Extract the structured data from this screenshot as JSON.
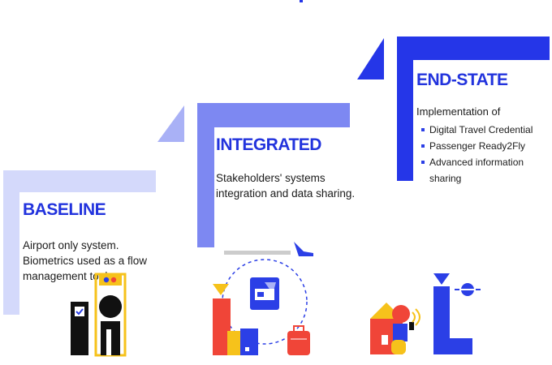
{
  "colors": {
    "baseline": "#d4d9fb",
    "integrated": "#7d88f2",
    "endstate": "#2536e8",
    "title_text": "#2233dd",
    "red": "#f04538",
    "yellow": "#f6c21b",
    "blue": "#2b3fe6",
    "black": "#111111"
  },
  "stages": [
    {
      "id": "baseline",
      "title": "BASELINE",
      "description_lines": [
        "Airport only system.",
        "Biometrics used as a flow",
        "management tool."
      ],
      "icon": "biometric-gate-icon"
    },
    {
      "id": "integrated",
      "title": "INTEGRATED",
      "description_lines": [
        "Stakeholders' systems",
        "integration and data sharing."
      ],
      "icon": "connected-city-icon"
    },
    {
      "id": "endstate",
      "title": "END-STATE",
      "intro": "Implementation of",
      "bullets": [
        "Digital Travel Credential",
        "Passenger Ready2Fly",
        "Advanced information sharing"
      ],
      "icon": "passenger-ready-icon"
    }
  ]
}
